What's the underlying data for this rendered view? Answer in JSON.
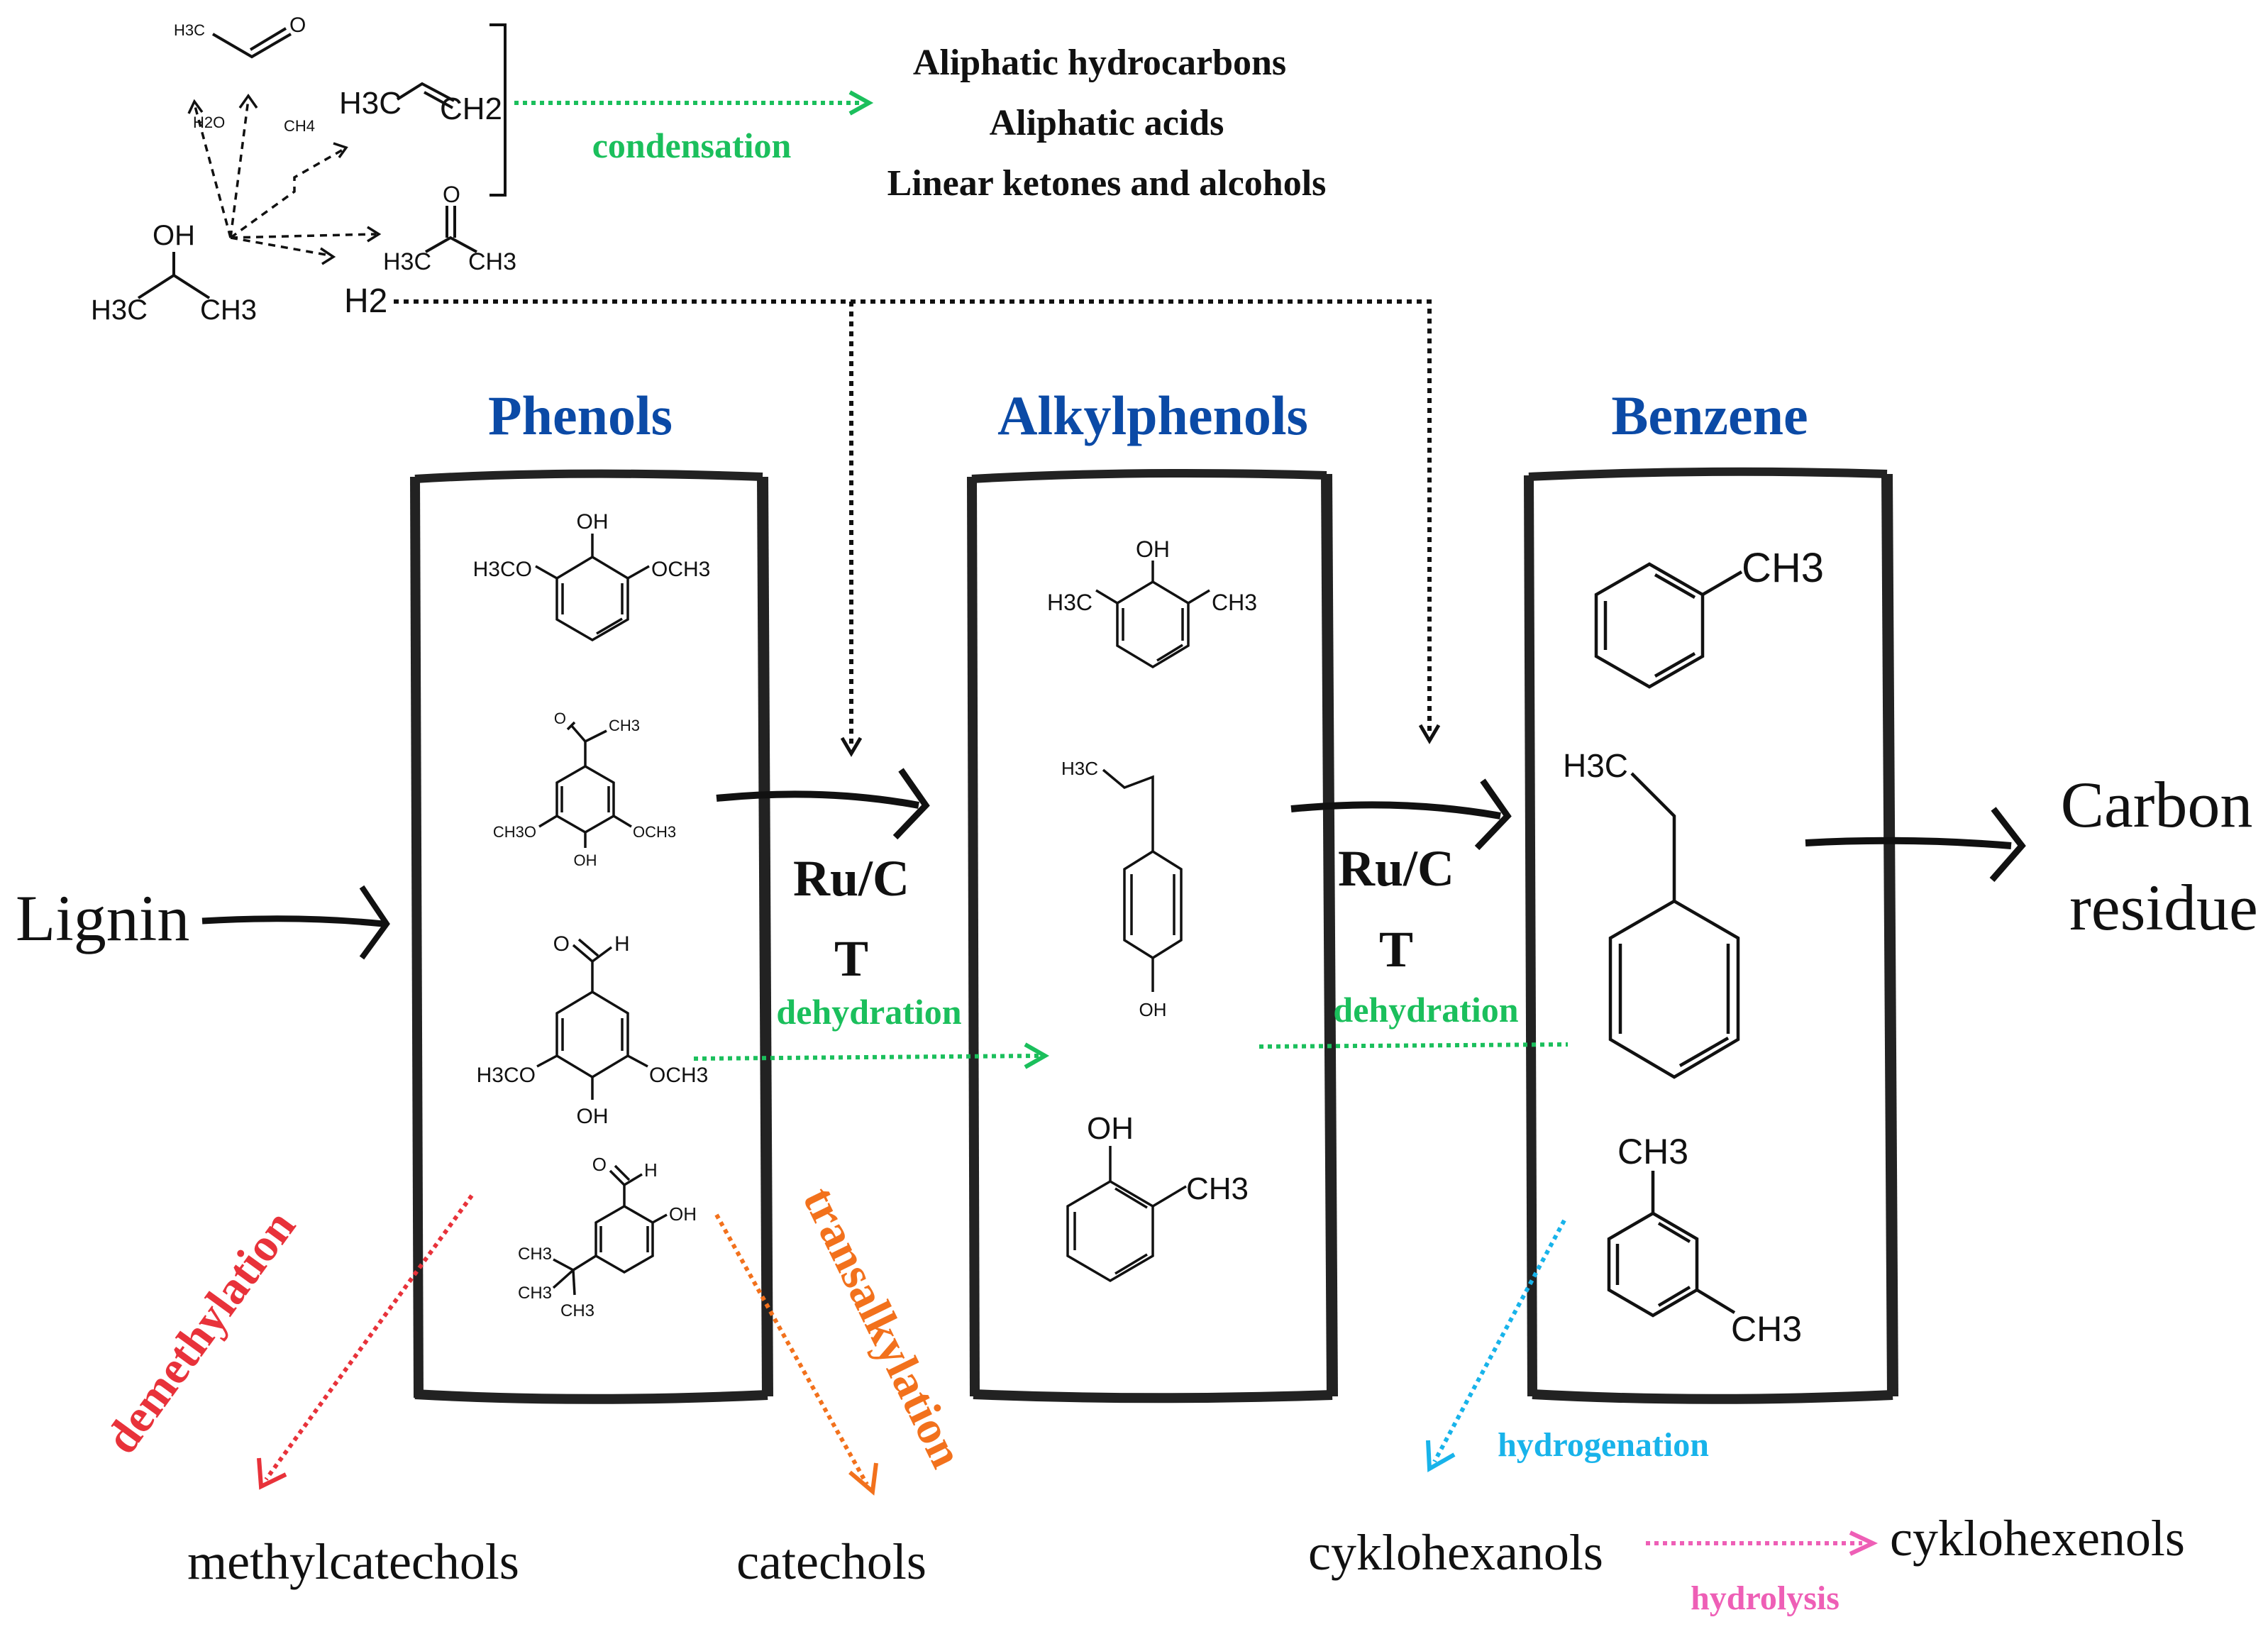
{
  "colors": {
    "black": "#111111",
    "heading_blue": "#0b4aa6",
    "green": "#1bbf5c",
    "red": "#e8323a",
    "orange": "#f2711c",
    "cyan": "#18b3ea",
    "pink": "#ee5fb6"
  },
  "icons": [
    "box-frame",
    "solid-arrow",
    "dotted-arrow",
    "benzene-ring"
  ],
  "top": {
    "reactant": {
      "oh": "OH",
      "h3c": "H3C",
      "ch3": "CH3"
    },
    "small_products": {
      "h2o": "H2O",
      "ch4": "CH4",
      "h2": "H2"
    },
    "acetaldehyde": {
      "h3c": "H3C",
      "o": "O"
    },
    "propene": {
      "h3c": "H3C",
      "ch2": "CH2"
    },
    "acetone": {
      "o": "O",
      "h3c": "H3C",
      "ch3": "CH3"
    },
    "condensation_label": "condensation",
    "products": [
      "Aliphatic hydrocarbons",
      "Aliphatic acids",
      "Linear ketones and alcohols"
    ]
  },
  "columns": {
    "phenols_title": "Phenols",
    "alkylphenols_title": "Alkylphenols",
    "benzene_title": "Benzene"
  },
  "phenols": {
    "m1": {
      "oh": "OH",
      "left": "H3CO",
      "right": "OCH3"
    },
    "m2": {
      "o": "O",
      "ch3": "CH3",
      "left": "CH3O",
      "right": "OCH3",
      "oh": "OH"
    },
    "m3": {
      "o": "O",
      "h": "H",
      "left": "H3CO",
      "right": "OCH3",
      "oh": "OH"
    },
    "m4": {
      "o": "O",
      "h": "H",
      "oh": "OH",
      "ch3a": "CH3",
      "ch3b": "CH3",
      "ch3c": "CH3"
    }
  },
  "alkylphenols": {
    "m1": {
      "oh": "OH",
      "left": "H3C",
      "right": "CH3"
    },
    "m2": {
      "h3c": "H3C",
      "oh": "OH"
    },
    "m3": {
      "oh": "OH",
      "ch3": "CH3"
    }
  },
  "benzenes": {
    "m1": {
      "ch3": "CH3"
    },
    "m2": {
      "h3c": "H3C"
    },
    "m3": {
      "ch3a": "CH3",
      "ch3b": "CH3"
    }
  },
  "flow": {
    "lignin": "Lignin",
    "catalyst1": "Ru/C",
    "temp1": "T",
    "catalyst2": "Ru/C",
    "temp2": "T",
    "dehydration1": "dehydration",
    "dehydration2": "dehydration",
    "carbon_line1": "Carbon",
    "carbon_line2": "residue"
  },
  "side": {
    "demethylation": "demethylation",
    "transalkylation": "transalkylation",
    "hydrogenation": "hydrogenation",
    "hydrolysis": "hydrolysis",
    "methylcatechols": "methylcatechols",
    "catechols": "catechols",
    "cyklohexanols": "cyklohexanols",
    "cyklohexenols": "cyklohexenols"
  }
}
